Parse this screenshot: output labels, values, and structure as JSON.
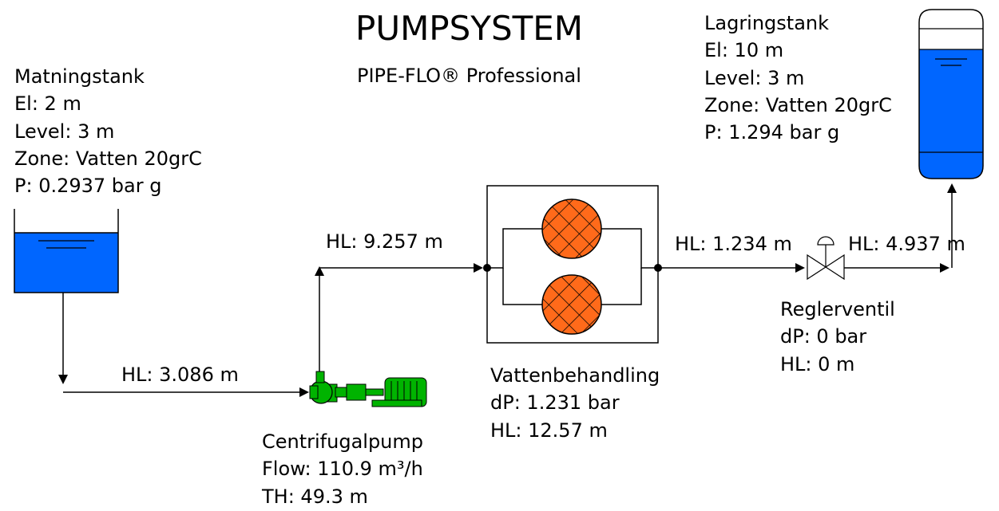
{
  "title": "PUMPSYSTEM",
  "subtitle": "PIPE-FLO® Professional",
  "matningstank": {
    "name": "Matningstank",
    "el": "El: 2 m",
    "level": "Level: 3 m",
    "zone": "Zone: Vatten 20grC",
    "pressure": "P: 0.2937 bar g"
  },
  "lagringstank": {
    "name": "Lagringstank",
    "el": "El: 10 m",
    "level": "Level: 3 m",
    "zone": "Zone: Vatten 20grC",
    "pressure": "P: 1.294 bar g"
  },
  "pump": {
    "name": "Centrifugalpump",
    "flow": "Flow: 110.9 m³/h",
    "th": "TH: 49.3 m"
  },
  "vattenbehandling": {
    "name": "Vattenbehandling",
    "dp": "dP: 1.231 bar",
    "hl": "HL: 12.57 m"
  },
  "reglerventil": {
    "name": "Reglerventil",
    "dp": "dP: 0 bar",
    "hl": "HL: 0 m"
  },
  "pipes": {
    "pipe1_hl": "HL: 3.086 m",
    "pipe2_hl": "HL: 9.257 m",
    "pipe3_hl": "HL: 1.234 m",
    "pipe4_hl": "HL: 4.937 m"
  },
  "colors": {
    "water": "#0066ff",
    "pump_green": "#00b300",
    "filter_orange": "#ff6a1a",
    "line": "#000000"
  }
}
